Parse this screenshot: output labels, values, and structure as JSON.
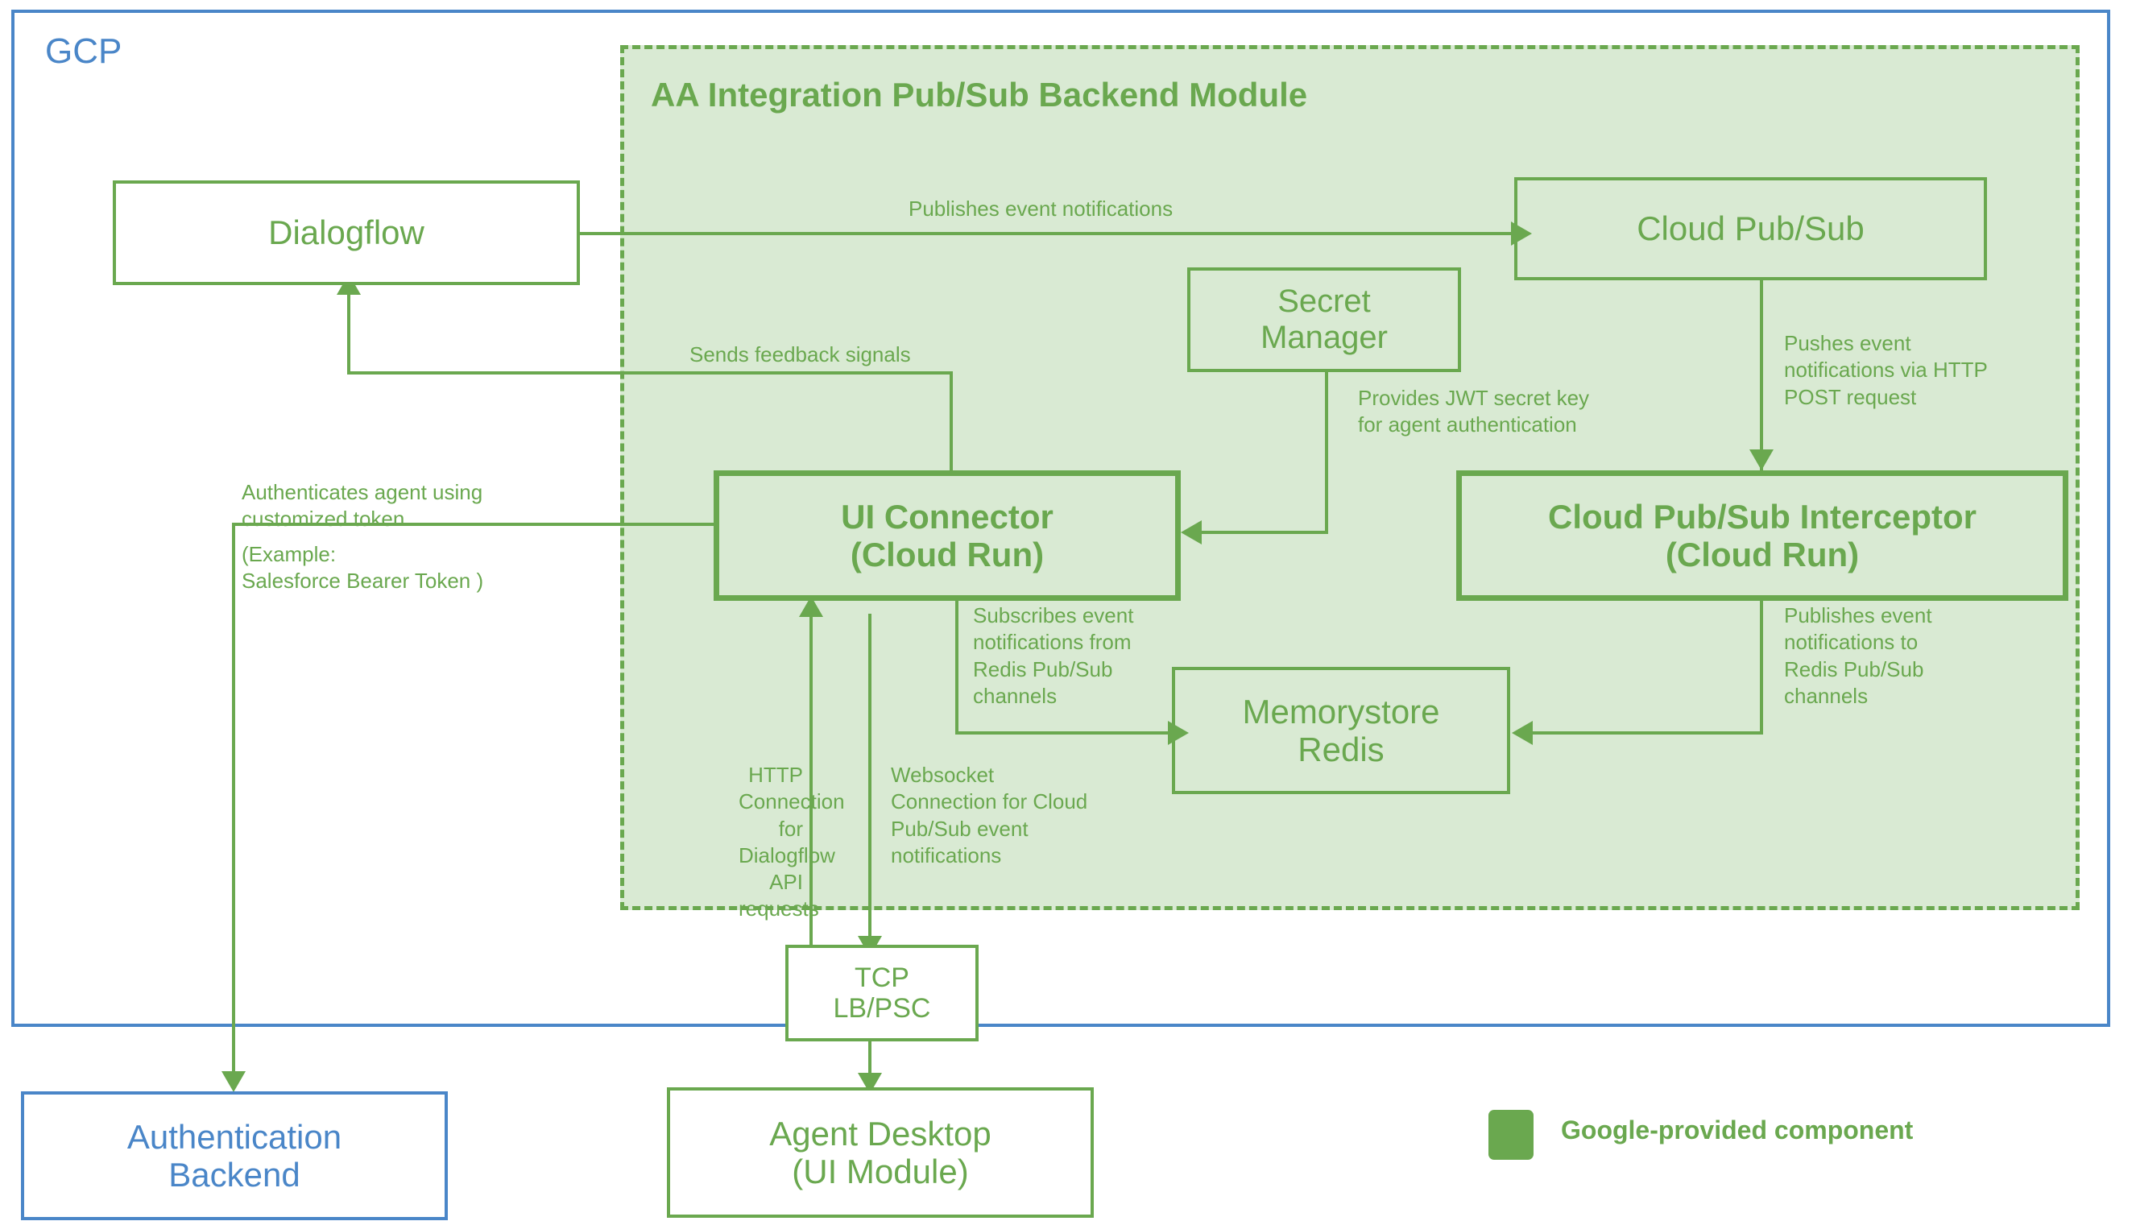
{
  "diagram": {
    "colors": {
      "google_green": "#6aa84f",
      "google_blue": "#4a86c8",
      "module_fill": "#d9ead3",
      "white": "#ffffff"
    },
    "containers": {
      "cloud": {
        "label": "GCP"
      },
      "module": {
        "label": "AA Integration Pub/Sub Backend Module"
      }
    },
    "nodes": {
      "dialogflow": {
        "label": "Dialogflow"
      },
      "cloud_pubsub": {
        "label": "Cloud Pub/Sub"
      },
      "secret_manager": {
        "label": "Secret\nManager"
      },
      "ui_connector": {
        "label": "UI Connector\n(Cloud Run)"
      },
      "pubsub_interceptor": {
        "label": "Cloud Pub/Sub Interceptor\n(Cloud Run)"
      },
      "memorystore_redis": {
        "label": "Memorystore\nRedis"
      },
      "tcp_lb_psc": {
        "label": "TCP\nLB/PSC"
      },
      "agent_desktop": {
        "label": "Agent Desktop\n(UI Module)"
      },
      "authentication_backend": {
        "label": "Authentication\nBackend"
      }
    },
    "edges": {
      "publishes_event_notifications": {
        "label": "Publishes event notifications"
      },
      "sends_feedback_signals": {
        "label": "Sends feedback signals"
      },
      "pushes_event_notifications": {
        "label": "Pushes event\nnotifications via HTTP\nPOST request"
      },
      "provides_jwt_secret": {
        "label": "Provides JWT secret key\nfor agent authentication"
      },
      "publishes_to_redis": {
        "label": "Publishes event\nnotifications to\nRedis Pub/Sub\nchannels"
      },
      "subscribes_from_redis": {
        "label": "Subscribes event\nnotifications from\nRedis Pub/Sub\nchannels"
      },
      "http_connection": {
        "label": "HTTP\nConnection for\nDialogflow API\nrequests"
      },
      "websocket_connection": {
        "label": "Websocket\nConnection for Cloud\nPub/Sub event\nnotifications"
      },
      "authenticates_agent": {
        "label": "Authenticates agent using\ncustomized token"
      },
      "authenticates_agent_example": {
        "label": "(Example:\nSalesforce Bearer Token )"
      }
    },
    "legend": {
      "swatch_color": "#6aa84f",
      "label": "Google-provided component"
    }
  }
}
